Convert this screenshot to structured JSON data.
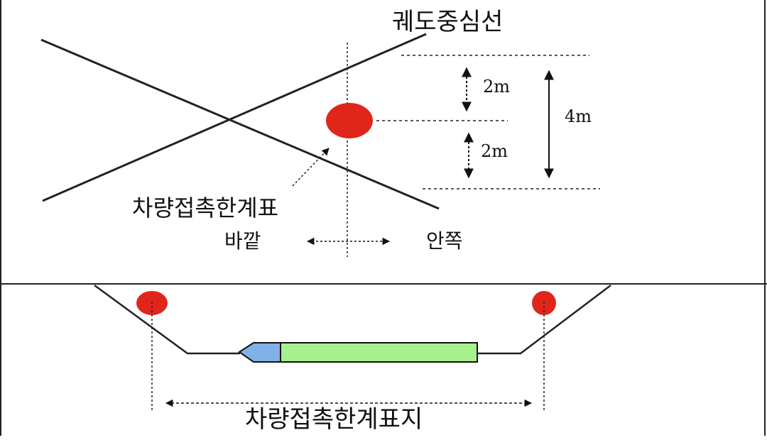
{
  "diagram": {
    "top": {
      "track_centerline_label": "궤도중심선",
      "clearance_marker_label": "차량접촉한계표",
      "outside_label": "바깥",
      "inside_label": "안쪽",
      "upper_offset": "2m",
      "lower_offset": "2m",
      "total_width": "4m"
    },
    "bottom": {
      "clearance_marker_post_label": "차량접촉한계표지"
    },
    "colors": {
      "marker_red": "#e0251b",
      "car_body_green": "#a6f08e",
      "car_cab_blue": "#7fb2e8",
      "line": "#222222"
    }
  }
}
